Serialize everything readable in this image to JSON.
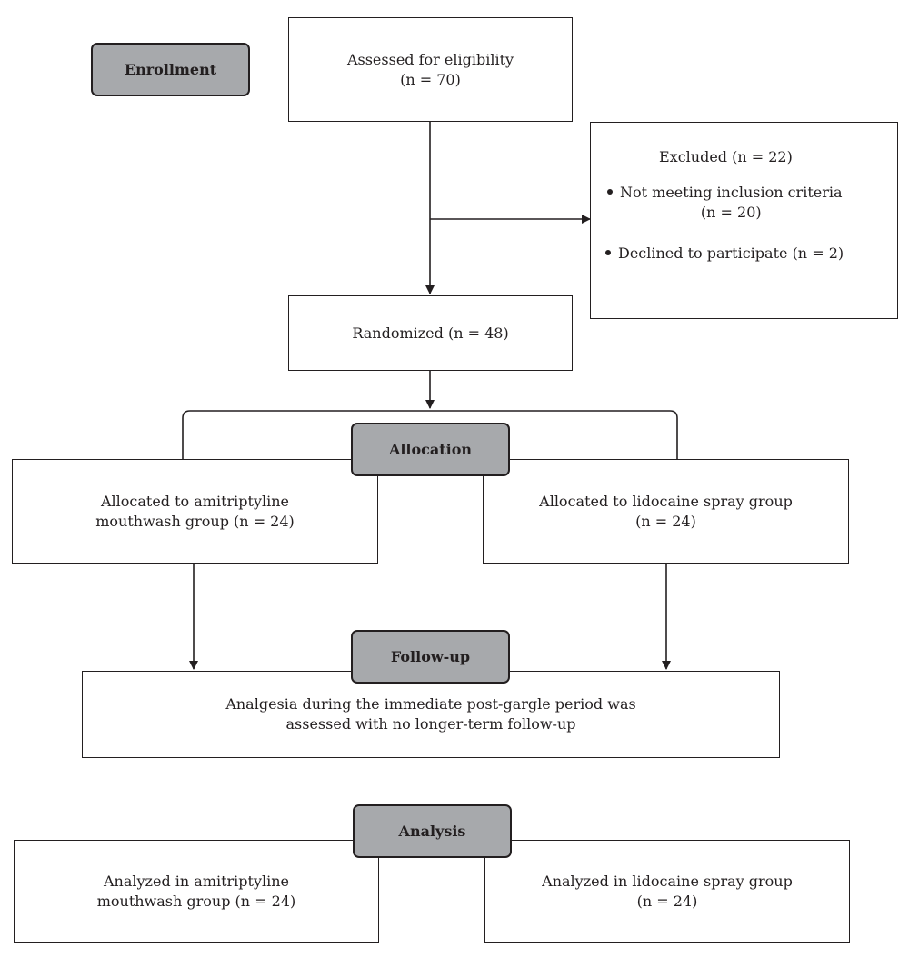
{
  "stages": {
    "enrollment": "Enrollment",
    "allocation": "Allocation",
    "follow_up": "Follow-up",
    "analysis": "Analysis"
  },
  "assessed": {
    "line1": "Assessed for eligibility",
    "line2": "(n = 70)"
  },
  "excluded": {
    "title": "Excluded (n = 22)",
    "items": [
      {
        "line1": "Not meeting inclusion criteria",
        "line2": "(n = 20)"
      },
      {
        "line1": "Declined to participate (n = 2)",
        "line2": ""
      }
    ]
  },
  "randomized": {
    "text": "Randomized (n = 48)"
  },
  "allocation": {
    "left": {
      "line1": "Allocated to amitriptyline",
      "line2": "mouthwash group (n = 24)"
    },
    "right": {
      "line1": "Allocated to lidocaine spray group",
      "line2": "(n = 24)"
    }
  },
  "follow_up": {
    "line1": "Analgesia during the immediate post-gargle period was",
    "line2": "assessed with no longer-term follow-up"
  },
  "analysis": {
    "left": {
      "line1": "Analyzed in amitriptyline",
      "line2": "mouthwash group (n = 24)"
    },
    "right": {
      "line1": "Analyzed in lidocaine spray group",
      "line2": "(n = 24)"
    }
  },
  "colors": {
    "stage_fill": "#a7a9ac",
    "ink": "#231f20"
  }
}
